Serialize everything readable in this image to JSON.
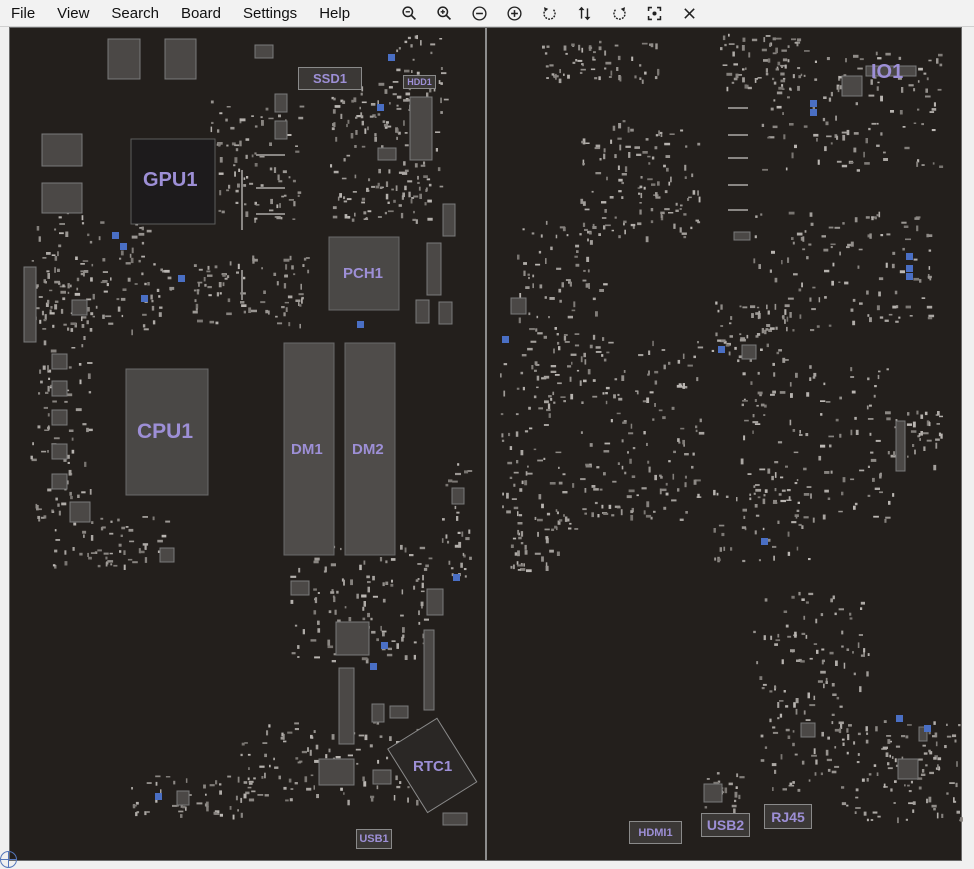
{
  "menu": [
    "File",
    "View",
    "Search",
    "Board",
    "Settings",
    "Help"
  ],
  "toolbar": [
    "zoom-out-icon",
    "zoom-in-icon",
    "minus-circle-icon",
    "plus-circle-icon",
    "rotate-left-icon",
    "flip-icon",
    "rotate-right-icon",
    "fit-view-icon",
    "close-icon"
  ],
  "board": {
    "parts": {
      "gpu": "GPU1",
      "cpu": "CPU1",
      "pch": "PCH1",
      "dm1": "DM1",
      "dm2": "DM2",
      "ssd": "SSD1",
      "hdd": "HDD1",
      "io": "IO1",
      "rtc": "RTC1",
      "usb1": "USB1",
      "usb2": "USB2",
      "hdmi": "HDMI1",
      "rj45": "RJ45"
    },
    "colors": {
      "background": "#231f1c",
      "component": "#5a5755",
      "label": "#9d8fd6",
      "highlight": "#4a6fc4"
    }
  }
}
